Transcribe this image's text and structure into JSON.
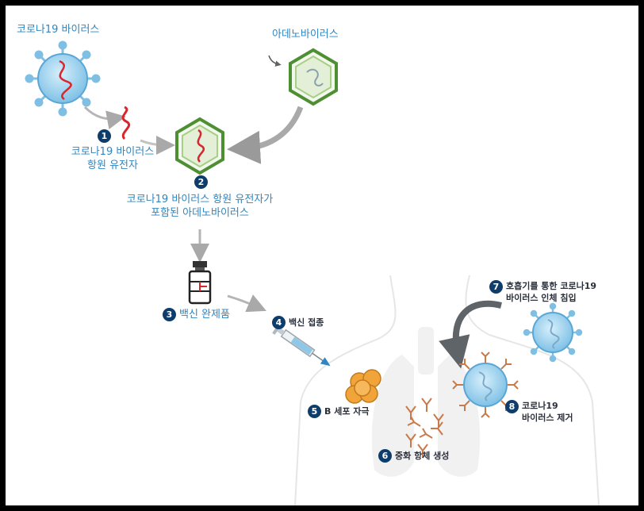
{
  "labels": {
    "covid_virus": "코로나19 바이러스",
    "adenovirus": "아데노바이러스",
    "antigen_gene_line1": "코로나19 바이러스",
    "antigen_gene_line2": "항원 유전자",
    "combined_line1": "코로나19 바이러스 항원 유전자가",
    "combined_line2": "포함된 아데노바이러스"
  },
  "steps": [
    {
      "num": "1",
      "text": ""
    },
    {
      "num": "2",
      "text": ""
    },
    {
      "num": "3",
      "text": "백신 완제품"
    },
    {
      "num": "4",
      "text": "백신 접종"
    },
    {
      "num": "5",
      "text": "B 세포 자극"
    },
    {
      "num": "6",
      "text": "중화 항체 생성"
    },
    {
      "num": "7",
      "line1": "호흡기를 통한 코로나19",
      "line2": "바이러스 인체 침입"
    },
    {
      "num": "8",
      "line1": "코로나19",
      "line2": "바이러스 제거"
    }
  ],
  "colors": {
    "label_blue": "#2f86c0",
    "badge": "#0e3d6b",
    "virus_blue": "#8fcbea",
    "gene_red": "#d8262f",
    "adeno_green": "#6aa84f",
    "bcell_orange": "#f0a43a",
    "antibody": "#c87a4a",
    "arrow_gray": "#a9a9a9"
  }
}
